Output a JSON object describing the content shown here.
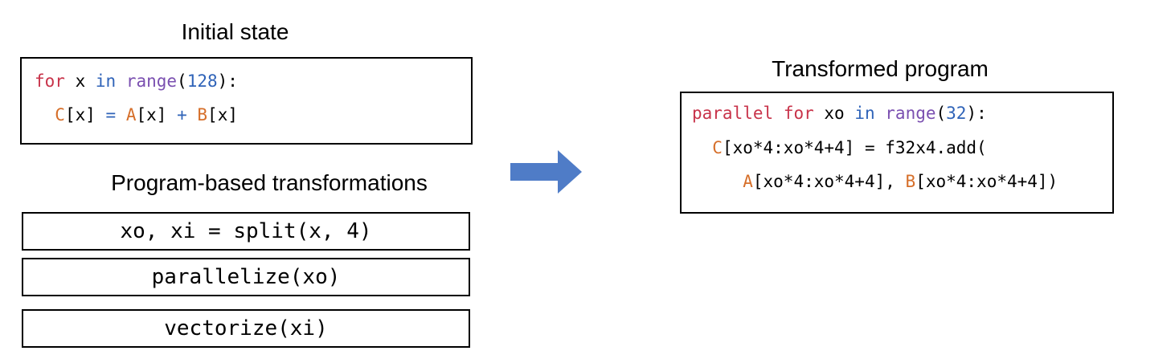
{
  "titles": {
    "initial_state": "Initial state",
    "program_transformations": "Program-based transformations",
    "transformed_program": "Transformed program"
  },
  "initial_code": {
    "line1": {
      "kw_for": "for",
      "var": " x ",
      "kw_in": "in",
      "sp": " ",
      "fn_range": "range",
      "open": "(",
      "num": "128",
      "close": "):"
    },
    "line2": {
      "indent": "  ",
      "arr_c": "C",
      "idx_c": "[x] ",
      "eq": "=",
      "sp1": " ",
      "arr_a": "A",
      "idx_a": "[x] ",
      "plus": "+",
      "sp2": " ",
      "arr_b": "B",
      "idx_b": "[x]"
    }
  },
  "transformations": [
    "xo, xi = split(x, 4)",
    "parallelize(xo)",
    "vectorize(xi)"
  ],
  "transformed_code": {
    "line1": {
      "kw_parallel": "parallel",
      "sp1": " ",
      "kw_for": "for",
      "var": " xo ",
      "kw_in": "in",
      "sp2": " ",
      "fn_range": "range",
      "open": "(",
      "num": "32",
      "close": "):"
    },
    "line2": {
      "indent": "  ",
      "arr_c": "C",
      "idx_c": "[xo*4:xo*4+4] ",
      "eq": "=",
      "rest": " f32x4.add("
    },
    "line3": {
      "indent": "     ",
      "arr_a": "A",
      "idx_a": "[xo*4:xo*4+4], ",
      "arr_b": "B",
      "idx_b": "[xo*4:xo*4+4])"
    }
  },
  "colors": {
    "keyword": "#c8334a",
    "keyword_blue": "#2f63b8",
    "function": "#7a4fb0",
    "array": "#d66f2a",
    "arrow": "#4f7cc7"
  },
  "icons": {
    "transform_arrow": "right-arrow-icon"
  }
}
